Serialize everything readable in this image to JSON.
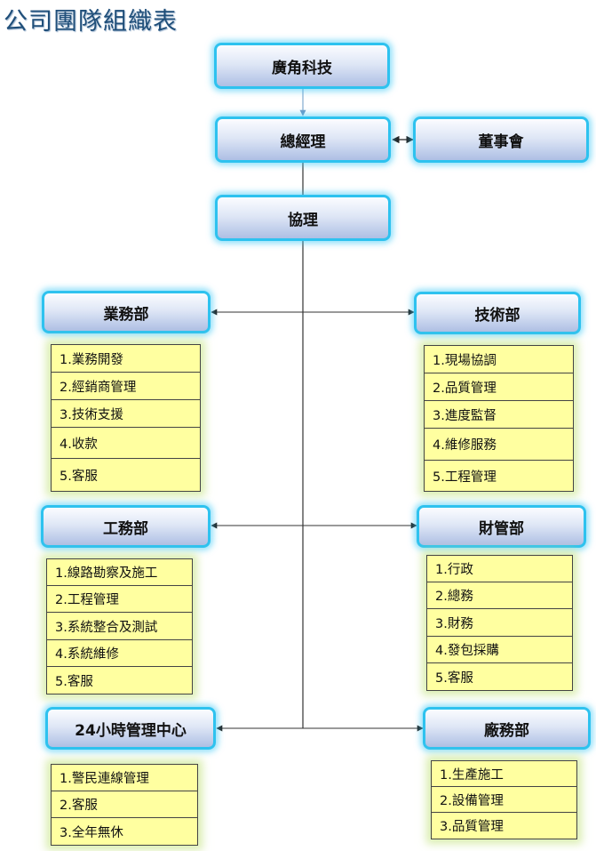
{
  "title": "公司團隊組織表",
  "company": "廣角科技",
  "general_manager": "總經理",
  "board": "董事會",
  "associate": "協理",
  "departments": {
    "sales": {
      "name": "業務部",
      "items": [
        "1.業務開發",
        "2.經銷商管理",
        "3.技術支援",
        "4.收款",
        "5.客服"
      ]
    },
    "tech": {
      "name": "技術部",
      "items": [
        "1.現場協調",
        "2.品質管理",
        "3.進度監督",
        "4.維修服務",
        "5.工程管理"
      ]
    },
    "engineering": {
      "name": "工務部",
      "items": [
        "1.線路勘察及施工",
        "2.工程管理",
        "3.系統整合及測試",
        "4.系統維修",
        "5.客服"
      ]
    },
    "finance": {
      "name": "財管部",
      "items": [
        "1.行政",
        "2.總務",
        "3.財務",
        "4.發包採購",
        "5.客服"
      ]
    },
    "center24": {
      "name": "24小時管理中心",
      "items": [
        "1.警民連線管理",
        "2.客服",
        "3.全年無休"
      ]
    },
    "factory": {
      "name": "廠務部",
      "items": [
        "1.生產施工",
        "2.設備管理",
        "3.品質管理"
      ]
    }
  },
  "colors": {
    "node_border": "#2ec2ef",
    "list_fill": "#ffffa0",
    "title_text": "#1f4e79",
    "connector": "#333333",
    "top_arrow": "#6a98c6"
  }
}
